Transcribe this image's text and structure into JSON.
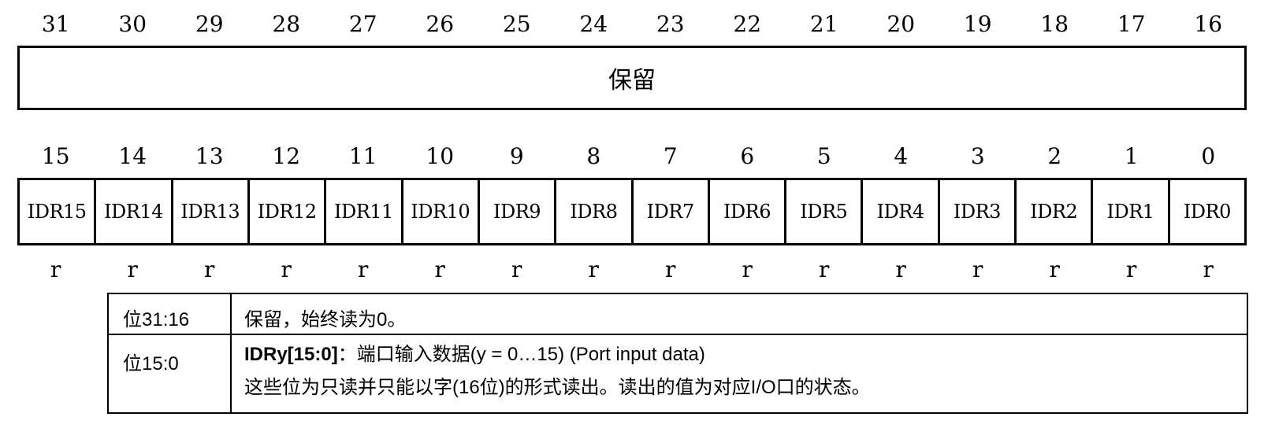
{
  "upper_bits": [
    "31",
    "30",
    "29",
    "28",
    "27",
    "26",
    "25",
    "24",
    "23",
    "22",
    "21",
    "20",
    "19",
    "18",
    "17",
    "16"
  ],
  "reserved_label": "保留",
  "lower_bits": [
    "15",
    "14",
    "13",
    "12",
    "11",
    "10",
    "9",
    "8",
    "7",
    "6",
    "5",
    "4",
    "3",
    "2",
    "1",
    "0"
  ],
  "fields": [
    "IDR15",
    "IDR14",
    "IDR13",
    "IDR12",
    "IDR11",
    "IDR10",
    "IDR9",
    "IDR8",
    "IDR7",
    "IDR6",
    "IDR5",
    "IDR4",
    "IDR3",
    "IDR2",
    "IDR1",
    "IDR0"
  ],
  "access": [
    "r",
    "r",
    "r",
    "r",
    "r",
    "r",
    "r",
    "r",
    "r",
    "r",
    "r",
    "r",
    "r",
    "r",
    "r",
    "r"
  ],
  "descriptions": [
    {
      "bits": "位31:16",
      "text": "保留，始终读为0。"
    },
    {
      "bits": "位15:0",
      "field_name": "IDRy[15:0]",
      "separator": "：",
      "summary": "端口输入数据(y = 0…15) (Port input data)",
      "detail": "这些位为只读并只能以字(16位)的形式读出。读出的值为对应I/O口的状态。"
    }
  ]
}
